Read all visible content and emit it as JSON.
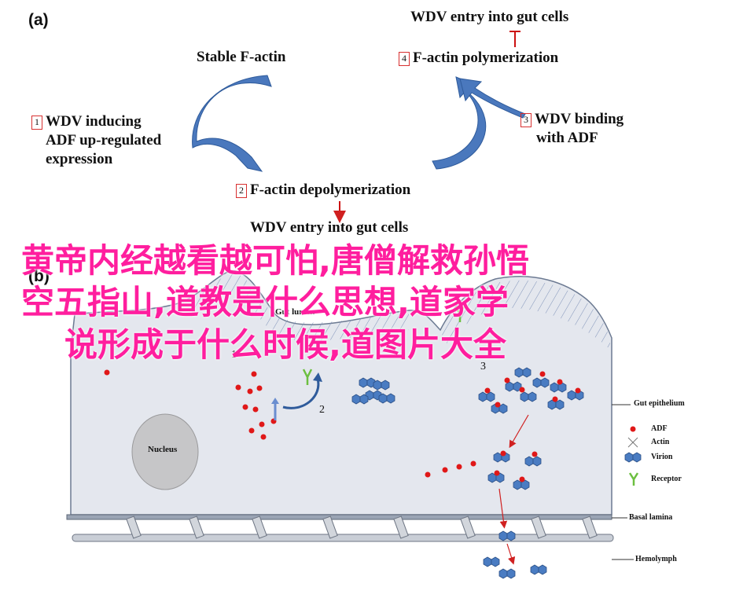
{
  "panel_a": {
    "letter": "(a)",
    "step1_num": "1",
    "step1_lines": [
      "WDV inducing",
      "ADF up-regulated",
      "expression"
    ],
    "stable_factin": "Stable F-actin",
    "step2_num": "2",
    "step2": "F-actin depolymerization",
    "entry_bottom": "WDV entry into gut cells",
    "step3_num": "3",
    "step3_lines": [
      "WDV binding",
      "with ADF"
    ],
    "step4_num": "4",
    "step4": "F-actin polymerization",
    "entry_top": "WDV entry into gut cells"
  },
  "panel_b": {
    "letter": "(b)",
    "lumen": "Gut lumen",
    "nucleus": "Nucleus",
    "markers": [
      "1",
      "2",
      "3"
    ],
    "legend": [
      "Gut epithelium",
      "ADF",
      "Actin",
      "Virion",
      "Receptor",
      "Basal lamina",
      "Hemolymph"
    ]
  },
  "overlay": {
    "lines": [
      "黄帝内经越看越可怕,唐僧解救孙悟",
      "空五指山,道教是什么思想,道家学",
      "说形成于什么时候,道图片大全"
    ]
  },
  "colors": {
    "arrow_blue": "#3f6fb5",
    "adf_red": "#e01818",
    "virion_blue": "#4a7cc2",
    "overlay_pink": "#ff1e9e",
    "inhibit_red": "#cc1111"
  }
}
